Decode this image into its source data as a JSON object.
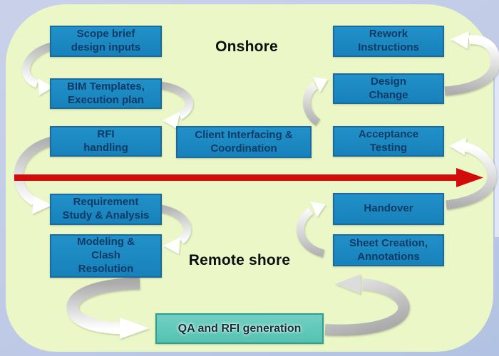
{
  "diagram": {
    "type": "process-flow",
    "zones": {
      "onshore": "Onshore",
      "remote_shore": "Remote shore"
    },
    "boxes": {
      "scope_brief": "Scope brief\ndesign inputs",
      "bim_templates": "BIM Templates,\nExecution plan",
      "rfi_handling": "RFI\nhandling",
      "client_interfacing": "Client Interfacing &\nCoordination",
      "rework_instructions": "Rework\nInstructions",
      "design_change": "Design\nChange",
      "acceptance_testing": "Acceptance\nTesting",
      "requirement_study": "Requirement\nStudy & Analysis",
      "modeling_clash": "Modeling &\nClash\nResolution",
      "handover": "Handover",
      "sheet_creation": "Sheet Creation,\nAnnotations",
      "qa_rfi": "QA and RFI generation"
    },
    "flow_arrows": [
      "scope-to-bim-arrow",
      "bim-to-rfi-arrow",
      "rfi-to-requirement-arrow",
      "requirement-to-modeling-arrow",
      "modeling-to-qa-arrow",
      "qa-to-sheet-arrow",
      "sheet-to-handover-arrow",
      "handover-to-acceptance-arrow",
      "acceptance-to-design-arrow",
      "design-to-rework-arrow",
      "timeline-arrow"
    ],
    "colors": {
      "panel_green": "#ebf7c6",
      "outer_background": "#c2cce7",
      "box_blue": "#1c86bf",
      "box_blue_border": "#1a6aa2",
      "box_teal": "#5fc8ba",
      "box_teal_border": "#2fa08f",
      "box_text_navy": "#0e3a66",
      "timeline_red": "#d30b0b",
      "swoosh_gray": "#b5b5b5",
      "swoosh_white": "#ffffff"
    }
  }
}
